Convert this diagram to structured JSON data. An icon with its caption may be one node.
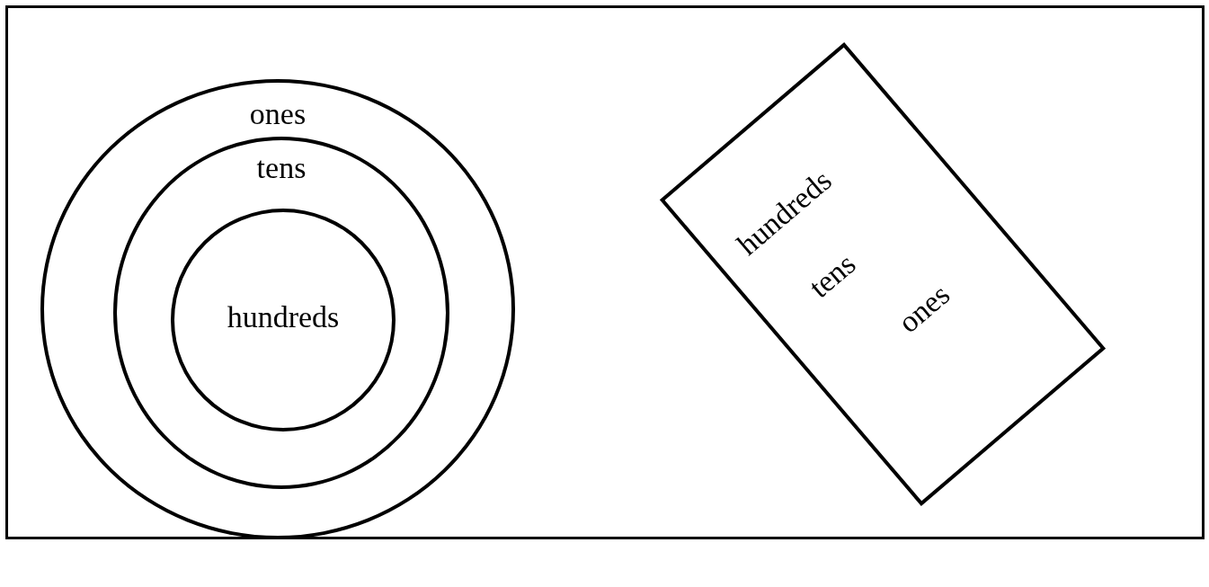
{
  "diagram": {
    "nodes": [
      {
        "text": [
          "ones"
        ]
      },
      {
        "text": [
          "tens"
        ],
        "in": 0
      },
      {
        "text": [
          "hundreds"
        ],
        "in": 1
      },
      {
        "text": [
          "hundreds",
          "tens",
          "ones"
        ]
      }
    ]
  }
}
